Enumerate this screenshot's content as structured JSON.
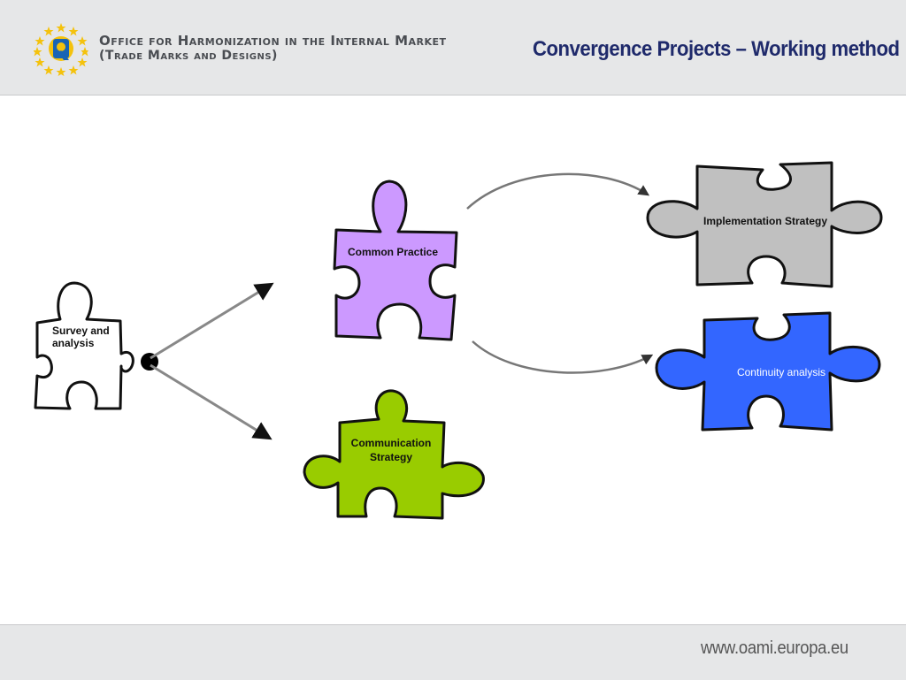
{
  "header": {
    "org_line1": "Office for Harmonization in the Internal Market",
    "org_line2": "(Trade Marks and Designs)",
    "title": "Convergence Projects – Working method",
    "logo_icon": "eu-stars-logo-icon"
  },
  "diagram": {
    "survey": {
      "line1": "Survey and",
      "line2": "analysis",
      "color": "#ffffff"
    },
    "common_practice": {
      "label": "Common Practice",
      "color": "#cc99ff"
    },
    "communication": {
      "line1": "Communication",
      "line2": "Strategy",
      "color": "#99cc00"
    },
    "implementation": {
      "label": "Implementation Strategy",
      "color": "#c0c0c0"
    },
    "continuity": {
      "label": "Continuity analysis",
      "color": "#3366ff"
    }
  },
  "footer": {
    "url": "www.oami.europa.eu"
  }
}
